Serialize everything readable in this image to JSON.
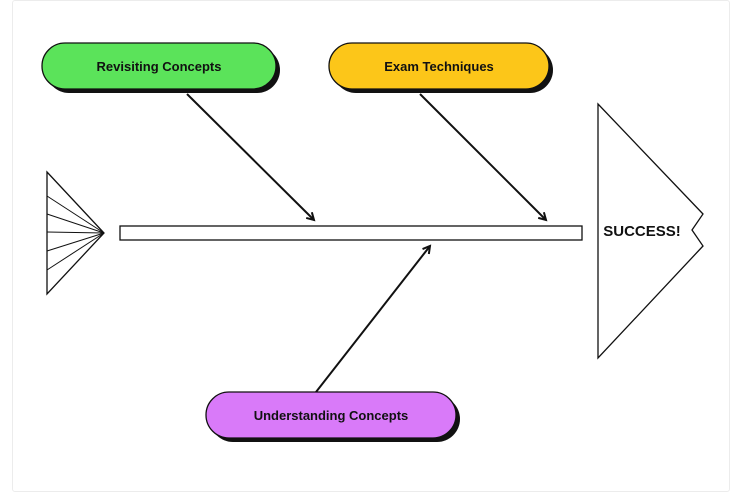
{
  "head": {
    "label": "SUCCESS!"
  },
  "causes": [
    {
      "label": "Revisiting Concepts",
      "color": "#5be35a"
    },
    {
      "label": "Exam Techniques",
      "color": "#fcc619"
    },
    {
      "label": "Understanding Concepts",
      "color": "#d97af9"
    }
  ],
  "colors": {
    "stroke": "#111111",
    "background": "#ffffff",
    "head_fill": "#ffffff"
  }
}
